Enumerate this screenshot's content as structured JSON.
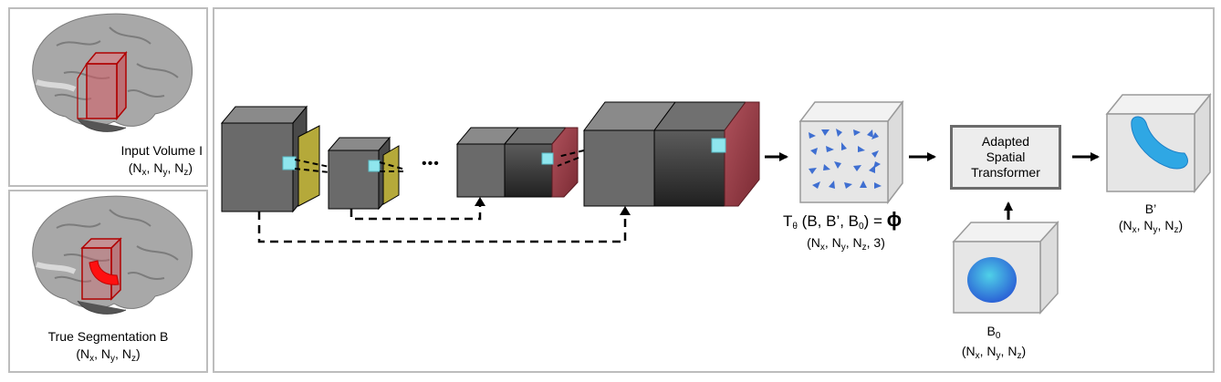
{
  "inputs": {
    "input_volume": {
      "title": "Input Volume I",
      "dims": "(Nx, Ny, Nz)"
    },
    "true_segmentation": {
      "title": "True Segmentation B",
      "dims": "(Nx, Ny, Nz)"
    }
  },
  "network": {
    "ellipsis": "•••"
  },
  "deformation": {
    "formula_prefix": "T",
    "formula_sub": "θ",
    "formula_args": " (B, B’, B",
    "formula_args_sub": "0",
    "formula_end": ") = ",
    "phi": "ϕ",
    "dims": "(Nx, Ny, Nz, 3)"
  },
  "transformer": {
    "line1": "Adapted",
    "line2": "Spatial",
    "line3": "Transformer"
  },
  "output": {
    "label": "B’",
    "dims": "(Nx, Ny, Nz)"
  },
  "prior": {
    "label": "B",
    "label_sub": "0",
    "dims": "(Nx, Ny, Nz)"
  },
  "colors": {
    "panel_border": "#bdbdbd",
    "block_front": "#6a6a6a",
    "block_top": "#8a8a8a",
    "block_side": "#4a4a4a",
    "feature_yellow": "#b5a93a",
    "feature_red": "#9c3b44",
    "voxel_cyan": "#8fe6ee",
    "arrow_blue": "#3f6fd1",
    "transformer_border": "#6b6b6b"
  }
}
